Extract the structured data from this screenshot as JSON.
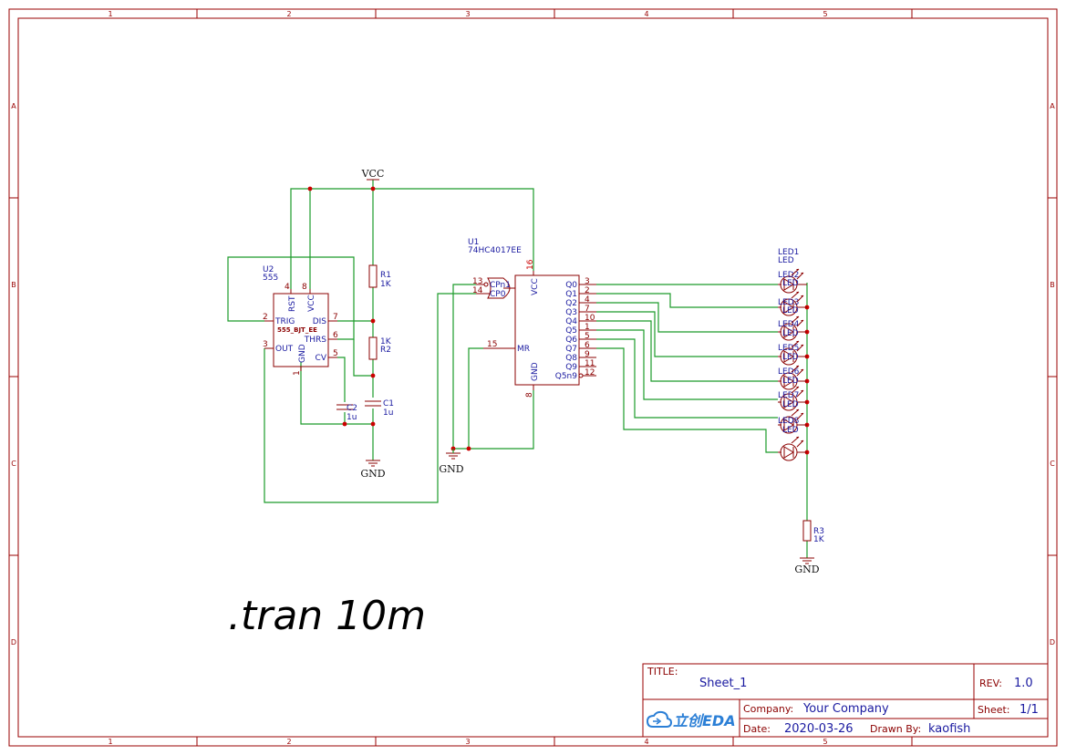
{
  "frame": {
    "col_labels": [
      "1",
      "2",
      "3",
      "4",
      "5"
    ],
    "row_labels": [
      "A",
      "B",
      "C",
      "D"
    ]
  },
  "directive": ".tran 10m",
  "power": {
    "vcc": "VCC",
    "gnd": "GND"
  },
  "components": {
    "u2": {
      "designator": "U2",
      "value": "555",
      "subtitle": "555_BJT_EE",
      "pins": {
        "rst": "RST",
        "vcc": "VCC",
        "trig": "TRIG",
        "dis": "DIS",
        "thrs": "THRS",
        "out": "OUT",
        "gnd": "GND",
        "cv": "CV"
      },
      "pin_numbers": {
        "rst": "4",
        "vcc": "8",
        "trig": "2",
        "dis": "7",
        "thrs": "6",
        "out": "3",
        "gnd": "1",
        "cv": "5"
      }
    },
    "u1": {
      "designator": "U1",
      "value": "74HC4017EE",
      "pins": {
        "cpn1": "CPn1",
        "cp0": "CP0",
        "vcc": "VCC",
        "mr": "MR",
        "gnd": "GND",
        "q0": "Q0",
        "q1": "Q1",
        "q2": "Q2",
        "q3": "Q3",
        "q4": "Q4",
        "q5": "Q5",
        "q6": "Q6",
        "q7": "Q7",
        "q8": "Q8",
        "q9": "Q9",
        "q5n9": "Q5n9"
      },
      "pin_numbers": {
        "cpn1": "13",
        "cp0": "14",
        "vcc": "16",
        "mr": "15",
        "gnd": "8",
        "q0": "3",
        "q1": "2",
        "q2": "4",
        "q3": "7",
        "q4": "10",
        "q5": "1",
        "q6": "5",
        "q7": "6",
        "q8": "9",
        "q9": "11",
        "q5n9": "12"
      }
    },
    "r1": {
      "designator": "R1",
      "value": "1K"
    },
    "r2": {
      "designator": "R2",
      "value": "1K"
    },
    "r3": {
      "designator": "R3",
      "value": "1K"
    },
    "c1": {
      "designator": "C1",
      "value": "1u"
    },
    "c2": {
      "designator": "C2",
      "value": "1u"
    },
    "leds": {
      "value": "LED",
      "designators": [
        "LED1",
        "LED2",
        "LED3",
        "LED4",
        "LED5",
        "LED6",
        "LED7",
        "LED8"
      ]
    }
  },
  "title_block": {
    "title_label": "TITLE:",
    "title": "Sheet_1",
    "rev_label": "REV:",
    "rev": "1.0",
    "company_label": "Company:",
    "company": "Your Company",
    "sheet_label": "Sheet:",
    "sheet": "1/1",
    "date_label": "Date:",
    "date": "2020-03-26",
    "drawn_label": "Drawn By:",
    "drawn_by": "kaofish",
    "logo_text": "立创EDA",
    "logo_icon": "cloud-icon",
    "accent_color": "#2b7fd6"
  }
}
